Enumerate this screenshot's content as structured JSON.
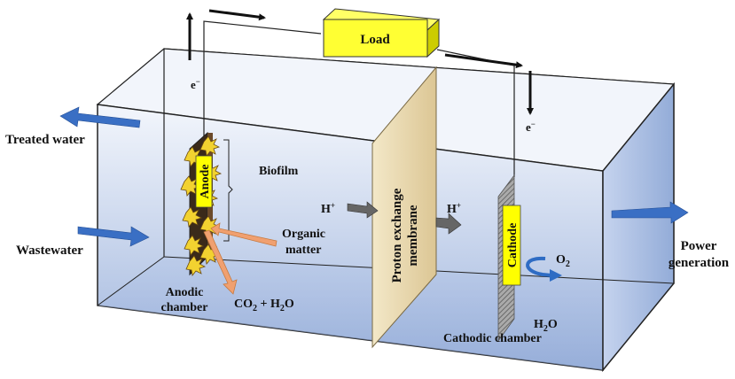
{
  "labels": {
    "load": "Load",
    "electron_left": "e",
    "electron_right": "e",
    "electron_sup": "−",
    "treated_water": "Treated water",
    "wastewater": "Wastewater",
    "anode": "Anode",
    "biofilm": "Biofilm",
    "organic_matter_1": "Organic",
    "organic_matter_2": "matter",
    "anodic_chamber_1": "Anodic",
    "anodic_chamber_2": "chamber",
    "co2_h2o": {
      "a": "CO",
      "sub2": "2",
      "b": " + H",
      "sub3": "2",
      "c": "O"
    },
    "proton_left": "H",
    "proton_right": "H",
    "proton_sup": "+",
    "membrane_1": "Proton exchange",
    "membrane_2": "membrane",
    "cathode": "Cathode",
    "o2": {
      "a": "O",
      "sub": "2"
    },
    "h2o": {
      "a": "H",
      "sub": "2",
      "b": "O"
    },
    "cathodic_chamber": "Cathodic chamber",
    "power_1": "Power",
    "power_2": "generation"
  },
  "colors": {
    "water_top": "#eef3fb",
    "water_bottom": "#9cb3dc",
    "membrane": "#e9d9b0",
    "load": "#ffff33",
    "electrode": "#ffff00",
    "arrow_blue": "#3a6fc4",
    "arrow_orange": "#f0a070",
    "arrow_gray": "#666666"
  }
}
